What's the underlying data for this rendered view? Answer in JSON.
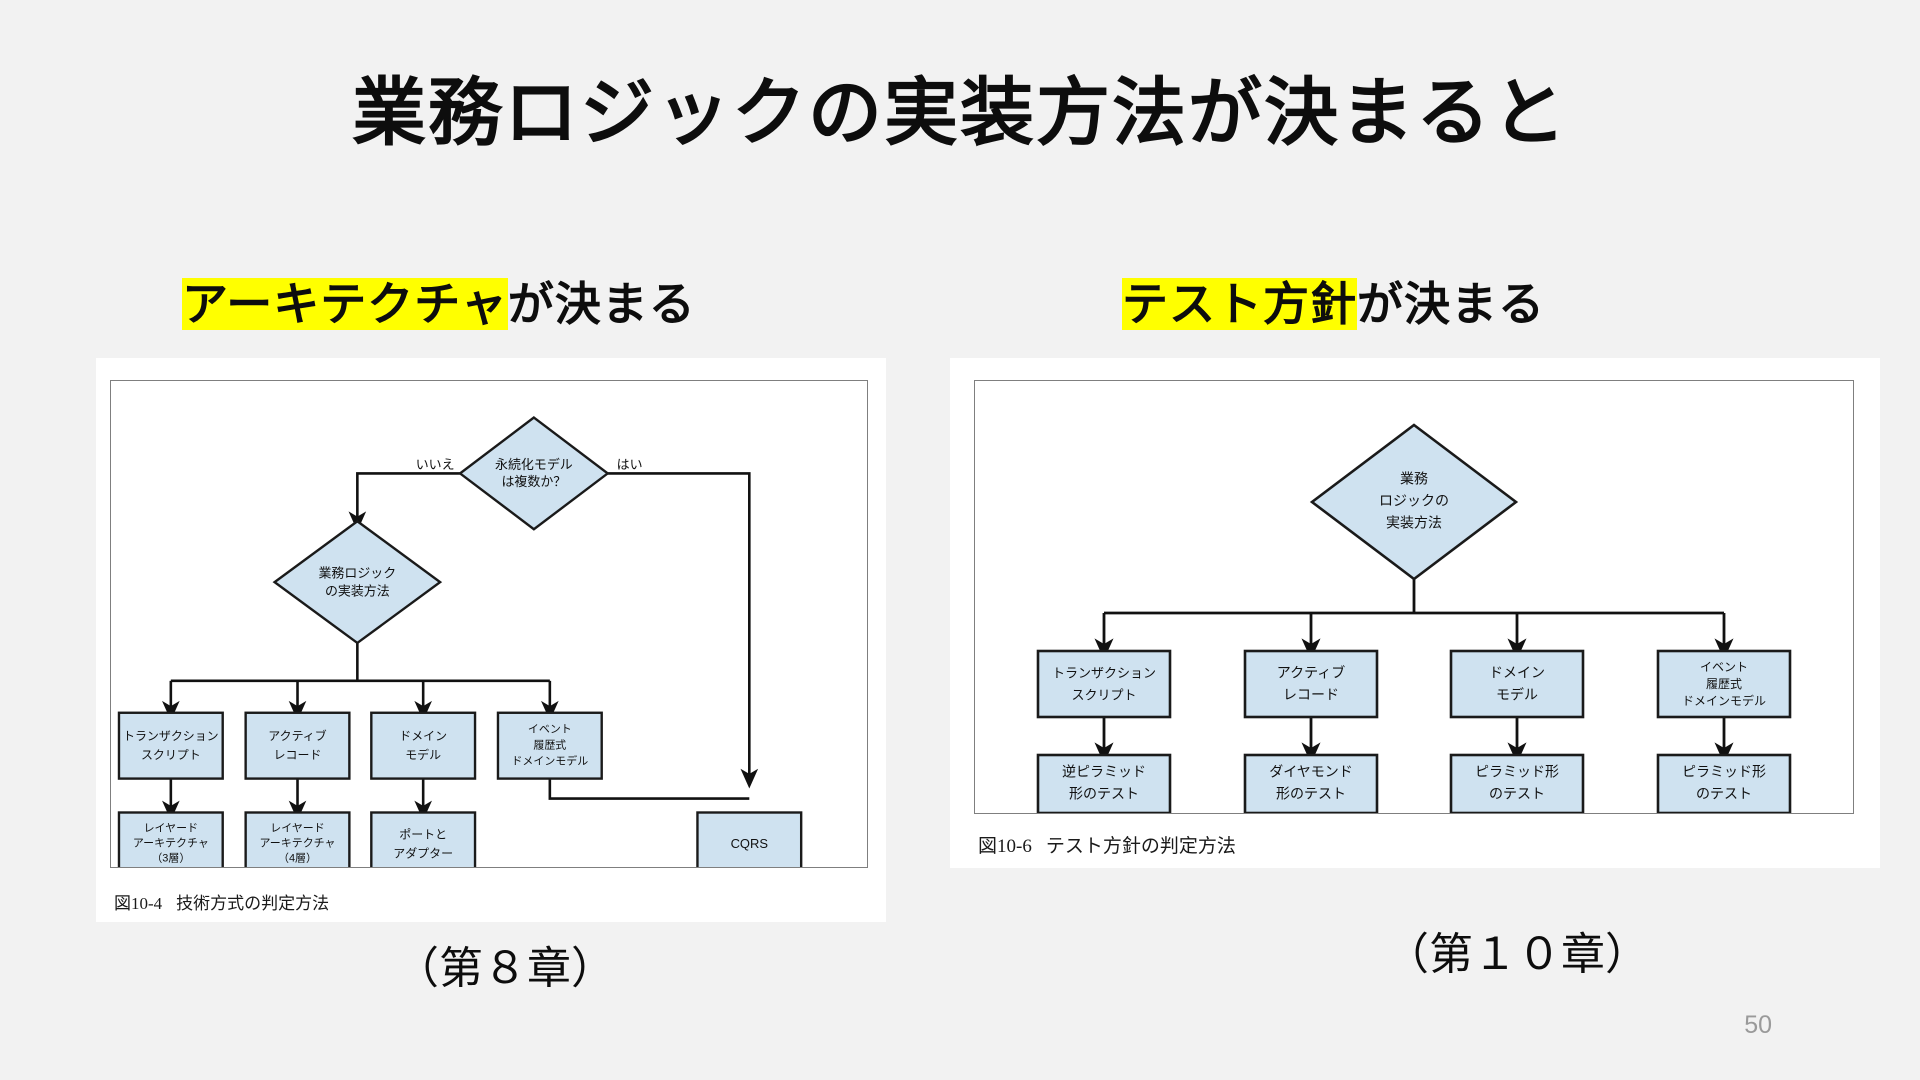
{
  "slide": {
    "title": "業務ロジックの実装方法が決まると",
    "page_number": "50",
    "background_color": "#f2f2f2",
    "highlight_color": "#ffff00",
    "shape_fill": "#cfe2f0",
    "shape_stroke": "#1a1a1a"
  },
  "columns": [
    {
      "heading_highlight": "アーキテクチャ",
      "heading_rest": "が決まる",
      "chapter": "（第８章）",
      "figure": {
        "caption_number": "図10-4",
        "caption_text": "技術方式の判定方法"
      }
    },
    {
      "heading_highlight": "テスト方針",
      "heading_rest": "が決まる",
      "chapter": "（第１０章）",
      "figure": {
        "caption_number": "図10-6",
        "caption_text": "テスト方針の判定方法"
      }
    }
  ],
  "chart_data": [
    {
      "type": "diagram",
      "name": "architecture-decision-flowchart",
      "title": "図10-4 技術方式の判定方法",
      "nodes": [
        {
          "id": "d1",
          "shape": "diamond",
          "lines": [
            "永続化モデル",
            "は複数か？"
          ]
        },
        {
          "id": "d2",
          "shape": "diamond",
          "lines": [
            "業務ロジック",
            "の実装方法"
          ]
        },
        {
          "id": "b1",
          "shape": "rect",
          "lines": [
            "トランザクション",
            "スクリプト"
          ]
        },
        {
          "id": "b2",
          "shape": "rect",
          "lines": [
            "アクティブ",
            "レコード"
          ]
        },
        {
          "id": "b3",
          "shape": "rect",
          "lines": [
            "ドメイン",
            "モデル"
          ]
        },
        {
          "id": "b4",
          "shape": "rect",
          "lines": [
            "イベント",
            "履歴式",
            "ドメインモデル"
          ]
        },
        {
          "id": "c1",
          "shape": "rect",
          "lines": [
            "レイヤード",
            "アーキテクチャ",
            "（3層）"
          ]
        },
        {
          "id": "c2",
          "shape": "rect",
          "lines": [
            "レイヤード",
            "アーキテクチャ",
            "（4層）"
          ]
        },
        {
          "id": "c3",
          "shape": "rect",
          "lines": [
            "ポートと",
            "アダプター"
          ]
        },
        {
          "id": "c4",
          "shape": "rect",
          "lines": [
            "CQRS"
          ]
        }
      ],
      "edge_labels": [
        {
          "from": "d1",
          "label": "いいえ",
          "to": "d2"
        },
        {
          "from": "d1",
          "label": "はい",
          "to": "c4"
        }
      ],
      "edges": [
        [
          "d1",
          "d2"
        ],
        [
          "d1",
          "c4"
        ],
        [
          "d2",
          "b1"
        ],
        [
          "d2",
          "b2"
        ],
        [
          "d2",
          "b3"
        ],
        [
          "d2",
          "b4"
        ],
        [
          "b1",
          "c1"
        ],
        [
          "b2",
          "c2"
        ],
        [
          "b3",
          "c3"
        ],
        [
          "b4",
          "c4"
        ]
      ]
    },
    {
      "type": "diagram",
      "name": "test-policy-decision-flowchart",
      "title": "図10-6 テスト方針の判定方法",
      "nodes": [
        {
          "id": "r0",
          "shape": "diamond",
          "lines": [
            "業務",
            "ロジックの",
            "実装方法"
          ]
        },
        {
          "id": "r1",
          "shape": "rect",
          "lines": [
            "トランザクション",
            "スクリプト"
          ]
        },
        {
          "id": "r2",
          "shape": "rect",
          "lines": [
            "アクティブ",
            "レコード"
          ]
        },
        {
          "id": "r3",
          "shape": "rect",
          "lines": [
            "ドメイン",
            "モデル"
          ]
        },
        {
          "id": "r4",
          "shape": "rect",
          "lines": [
            "イベント",
            "履歴式",
            "ドメインモデル"
          ]
        },
        {
          "id": "t1",
          "shape": "rect",
          "lines": [
            "逆ピラミッド",
            "形のテスト"
          ]
        },
        {
          "id": "t2",
          "shape": "rect",
          "lines": [
            "ダイヤモンド",
            "形のテスト"
          ]
        },
        {
          "id": "t3",
          "shape": "rect",
          "lines": [
            "ピラミッド形",
            "のテスト"
          ]
        },
        {
          "id": "t4",
          "shape": "rect",
          "lines": [
            "ピラミッド形",
            "のテスト"
          ]
        }
      ],
      "edges": [
        [
          "r0",
          "r1"
        ],
        [
          "r0",
          "r2"
        ],
        [
          "r0",
          "r3"
        ],
        [
          "r0",
          "r4"
        ],
        [
          "r1",
          "t1"
        ],
        [
          "r2",
          "t2"
        ],
        [
          "r3",
          "t3"
        ],
        [
          "r4",
          "t4"
        ]
      ]
    }
  ]
}
